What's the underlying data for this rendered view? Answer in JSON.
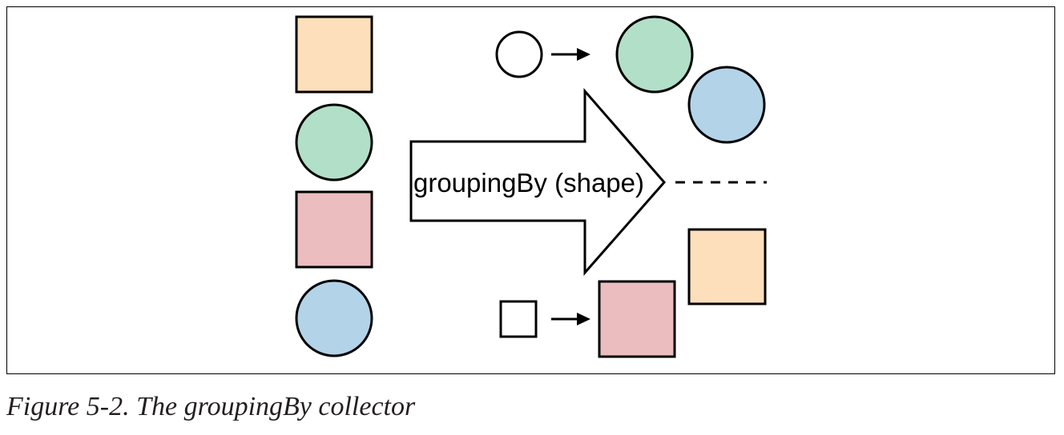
{
  "diagram": {
    "arrow_label": "groupingBy (shape)",
    "colors": {
      "orange": "#fddfbb",
      "green": "#b2dfc8",
      "pink": "#ebbdbf",
      "blue": "#b3d3e9",
      "stroke": "#000000"
    },
    "input_stream": [
      "orange-square",
      "green-circle",
      "pink-square",
      "blue-circle"
    ],
    "groups": [
      {
        "key": "circle",
        "members": [
          "green-circle",
          "blue-circle"
        ]
      },
      {
        "key": "square",
        "members": [
          "pink-square",
          "orange-square"
        ]
      }
    ]
  },
  "caption": "Figure 5-2. The groupingBy collector"
}
